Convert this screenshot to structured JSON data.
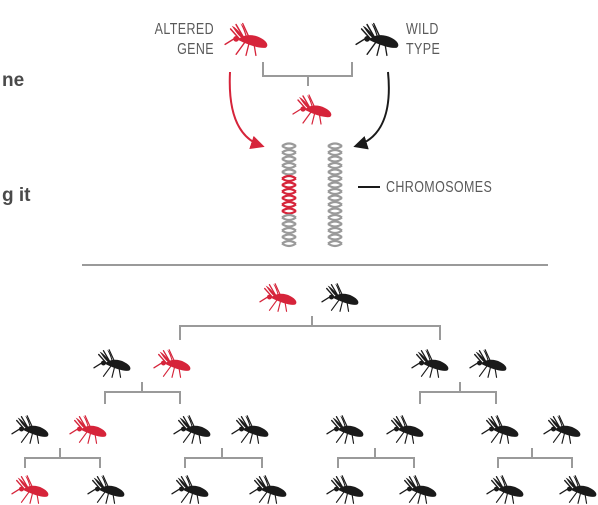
{
  "labels": {
    "altered_gene_line1": "ALTERED",
    "altered_gene_line2": "GENE",
    "wild_type_line1": "WILD",
    "wild_type_line2": "TYPE",
    "chromosomes": "CHROMOSOMES"
  },
  "cropped_text": {
    "fragment_1": "ne",
    "fragment_2": "g it"
  },
  "colors": {
    "altered": "#d6243a",
    "wild": "#1a1a1a",
    "line": "#9a9a9a",
    "label": "#5a5a5a"
  },
  "generations": [
    [
      "altered",
      "wild"
    ],
    [
      "wild",
      "altered",
      "wild",
      "wild"
    ],
    [
      "wild",
      "altered",
      "wild",
      "wild",
      "wild",
      "wild",
      "wild",
      "wild"
    ],
    [
      "altered",
      "wild",
      "wild",
      "wild",
      "wild",
      "wild",
      "wild",
      "wild"
    ]
  ]
}
